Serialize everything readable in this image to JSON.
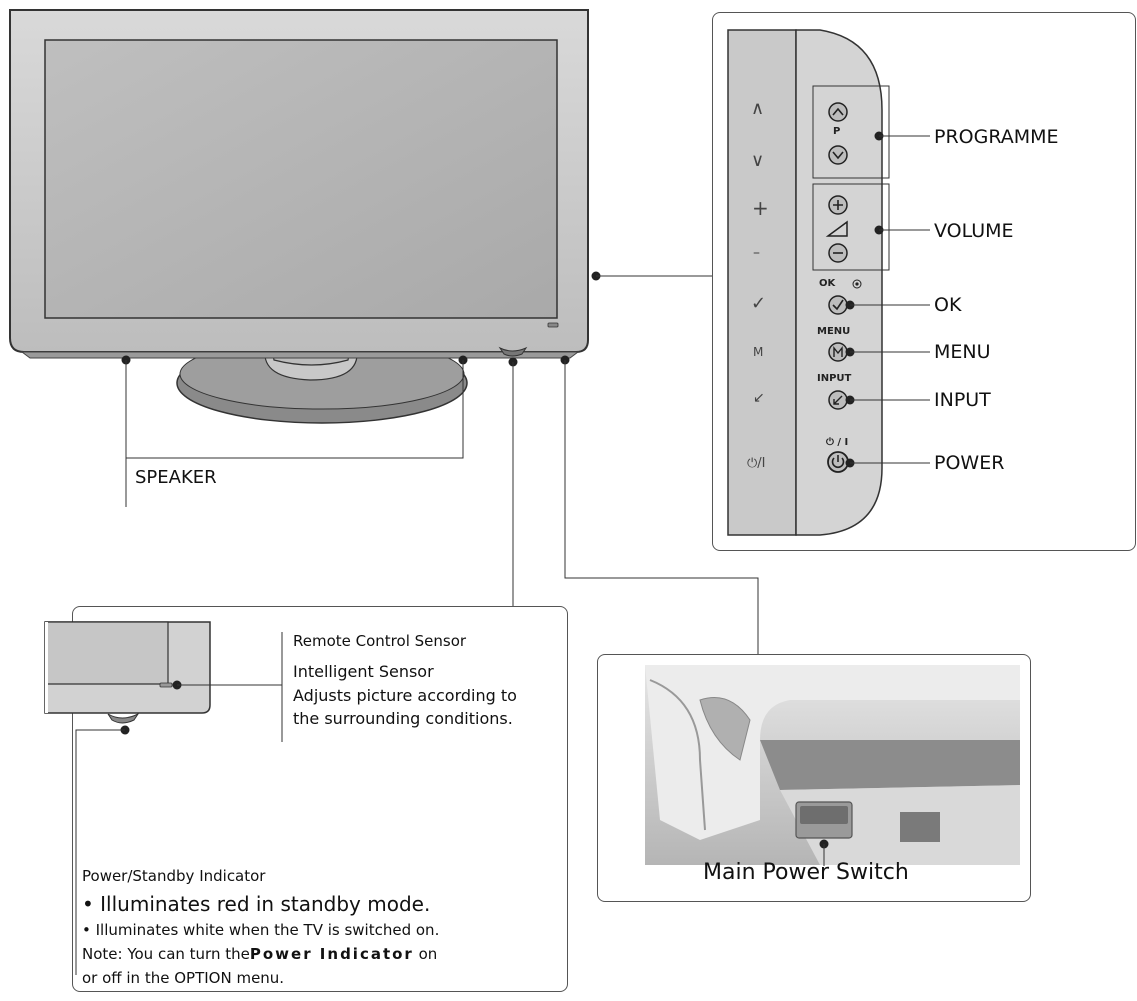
{
  "front_panel": {
    "labels": {
      "programme": "PROGRAMME",
      "volume": "VOLUME",
      "ok": "OK",
      "menu": "MENU",
      "input": "INPUT",
      "power": "POWER"
    },
    "button_captions": {
      "p": "P",
      "ok": "OK",
      "menu": "MENU",
      "input": "INPUT",
      "power": "⏻ / I"
    },
    "side_glyphs": {
      "up": "∧",
      "down": "∨",
      "plus": "+",
      "minus": "–",
      "check": "✓",
      "menu": "M",
      "input": "↙",
      "power": "⏻/I"
    }
  },
  "speaker_label": "SPEAKER",
  "sensor_box": {
    "remote_sensor": "Remote Control Sensor",
    "intelligent_sensor": "Intelligent Sensor",
    "adjusts_line1": "Adjusts picture according to",
    "adjusts_line2": "the surrounding conditions.",
    "standby_title": "Power/Standby Indicator",
    "bullet1": "• Illuminates red in standby mode.",
    "bullet2": "• Illuminates white when the TV is switched on.",
    "note_prefix": "Note: You can turn the",
    "note_emph": "Power Indicator",
    "note_suffix": " on",
    "note_line2": "or off in the OPTION menu."
  },
  "switch_box": {
    "caption": "Main Power Switch"
  }
}
